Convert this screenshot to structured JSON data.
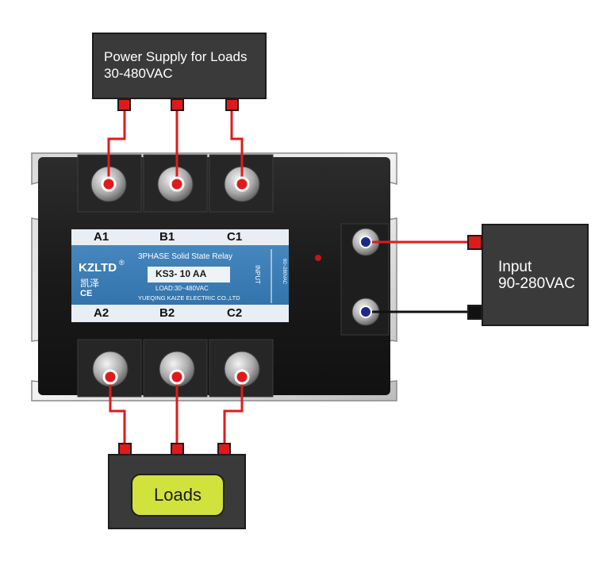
{
  "power_supply": {
    "line1": "Power Supply for Loads",
    "line2": "30-480VAC"
  },
  "input_box": {
    "line1": "Input",
    "line2": "90-280VAC"
  },
  "loads_box": {
    "label": "Loads"
  },
  "relay_label": {
    "top_terminals": [
      "A1",
      "B1",
      "C1"
    ],
    "bottom_terminals": [
      "A2",
      "B2",
      "C2"
    ],
    "brand": "KZLTD",
    "brand_mark": "®",
    "brand_chinese": "凯泽",
    "ce_mark": "CE",
    "title": "3PHASE Solid State Relay",
    "model": "KS3- 10  AA",
    "load_rating": "LOAD:30~480VAC",
    "manufacturer": "YUEQING KAIZE ELECTRIC CO.,LTD",
    "input_side": "INPUT",
    "input_range": "90~280VAC"
  },
  "colors": {
    "box_fill": "#3a3a3a",
    "wire_red": "#e01a1a",
    "wire_black": "#111111",
    "label_blue": "#3d7fb8",
    "loads_pill": "#d2e23c",
    "terminal_dot_red": "#e01a1a",
    "terminal_dot_blue": "#1b2a8a"
  }
}
